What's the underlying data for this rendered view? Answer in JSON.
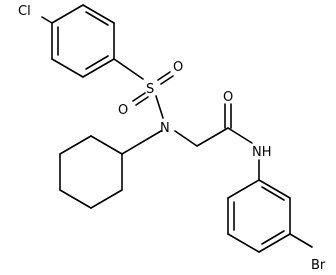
{
  "molecule": {
    "atoms": {
      "cl": "Cl",
      "s": "S",
      "o_top": "O",
      "o_bottom": "O",
      "n_sulfonamide": "N",
      "o_carbonyl": "O",
      "nh": "NH",
      "br": "Br"
    },
    "colors": {
      "bond": "#000000",
      "label": "#000000",
      "background": "#ffffff"
    }
  }
}
